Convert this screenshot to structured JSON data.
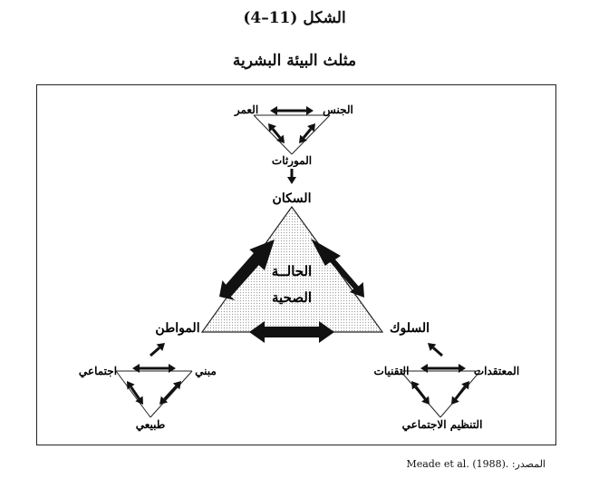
{
  "figure": {
    "number": "الشكل (11–4)",
    "title": "مثلث البيئة البشرية"
  },
  "center": {
    "line1": "الحالــة",
    "line2": "الصحية"
  },
  "vertices": {
    "top": "السكان",
    "left": "المواطن",
    "right": "السلوك"
  },
  "top_triangle": {
    "right": "الجنس",
    "left": "العمر",
    "bottom": "المورثات"
  },
  "left_triangle": {
    "left": "اجتماعي",
    "right": "مبني",
    "bottom": "طبيعي"
  },
  "right_triangle": {
    "left": "التقنيات",
    "right": "المعتقدات",
    "bottom": "التنظيم الاجتماعي"
  },
  "source": {
    "label": "المصدر:",
    "citation": "Meade et al. (1988)."
  }
}
